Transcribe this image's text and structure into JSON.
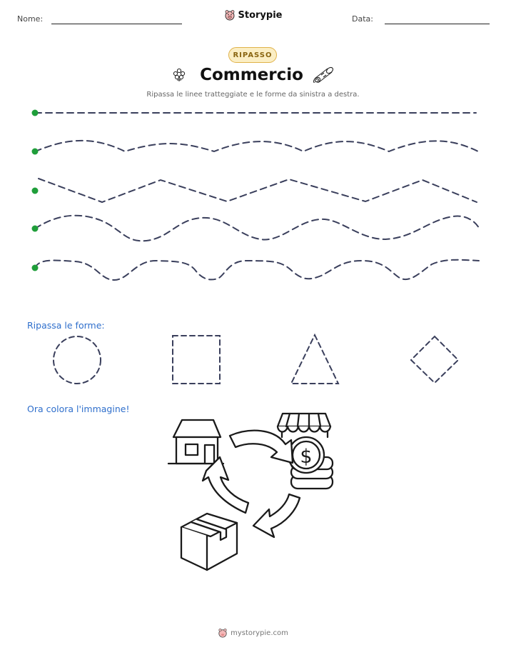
{
  "header": {
    "name_label": "Nome:",
    "date_label": "Data:",
    "brand": "Storypie",
    "brand_icon": "pig-mascot-icon"
  },
  "badge": "RIPASSO",
  "title": "Commercio",
  "title_icons": [
    "flowers-icon",
    "wood-log-icon"
  ],
  "instructions": "Ripassa le linee tratteggiate e le forme da sinistra a destra.",
  "trace_lines": [
    "straight",
    "gentle-wave",
    "zigzag",
    "wave",
    "bumpy-wave"
  ],
  "shapes_label": "Ripassa le forme:",
  "shapes": [
    "circle",
    "square",
    "triangle",
    "diamond"
  ],
  "color_label": "Ora colora l'immagine!",
  "illustration": [
    "house-icon",
    "market-stall-icon",
    "coins-icon",
    "box-icon",
    "cycle-arrows-icon"
  ],
  "footer": "mystorypie.com",
  "colors": {
    "start_dot": "#1f9e3a",
    "dash": "#3a3f5c",
    "section_label": "#2f6fcc",
    "badge_border": "#e0b24a",
    "badge_fill": "#fbeec4"
  }
}
